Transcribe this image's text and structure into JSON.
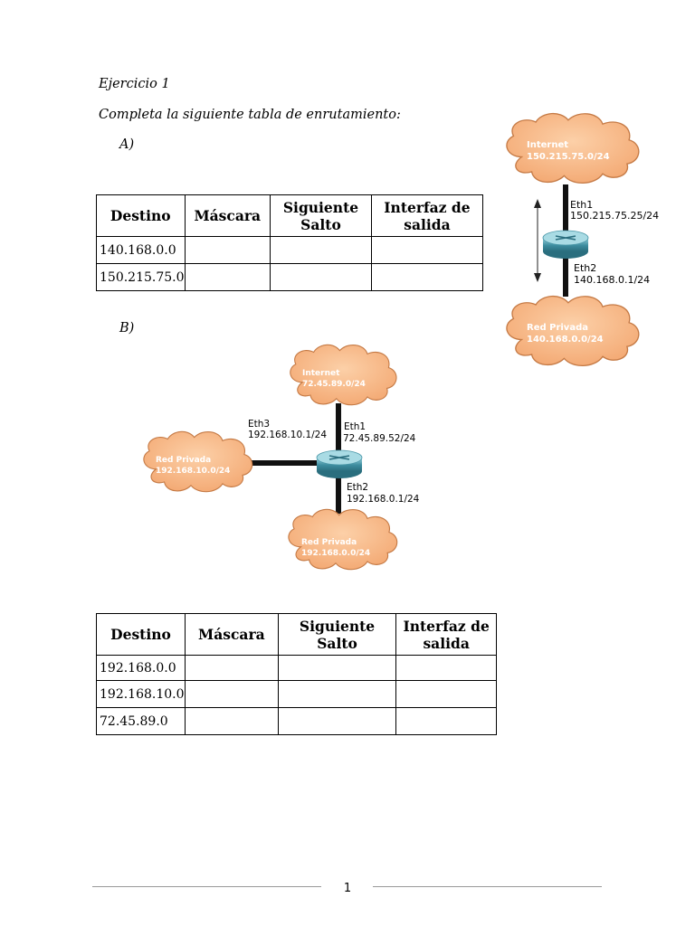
{
  "exercise_title": "Ejercicio 1",
  "instruction": "Completa la siguiente tabla de enrutamiento:",
  "part_a": {
    "label": "A)",
    "table": {
      "headers": [
        "Destino",
        "Máscara",
        "Siguiente Salto",
        "Interfaz de salida"
      ],
      "rows": [
        [
          "140.168.0.0",
          "",
          "",
          ""
        ],
        [
          "150.215.75.0",
          "",
          "",
          ""
        ]
      ]
    },
    "diagram": {
      "cloud_top": {
        "name": "Internet",
        "network": "150.215.75.0/24"
      },
      "eth_top": {
        "name": "Eth1",
        "ip": "150.215.75.25/24"
      },
      "eth_bottom": {
        "name": "Eth2",
        "ip": "140.168.0.1/24"
      },
      "cloud_bottom": {
        "name": "Red Privada",
        "network": "140.168.0.0/24"
      }
    }
  },
  "part_b": {
    "label": "B)",
    "diagram": {
      "cloud_top": {
        "name": "Internet",
        "network": "72.45.89.0/24"
      },
      "cloud_left": {
        "name": "Red Privada",
        "network": "192.168.10.0/24"
      },
      "cloud_bottom": {
        "name": "Red Privada",
        "network": "192.168.0.0/24"
      },
      "eth1": {
        "name": "Eth1",
        "ip": "72.45.89.52/24"
      },
      "eth2": {
        "name": "Eth2",
        "ip": "192.168.0.1/24"
      },
      "eth3": {
        "name": "Eth3",
        "ip": "192.168.10.1/24"
      }
    },
    "table": {
      "headers": [
        "Destino",
        "Máscara",
        "Siguiente Salto",
        "Interfaz de salida"
      ],
      "rows": [
        [
          "192.168.0.0",
          "",
          "",
          ""
        ],
        [
          "192.168.10.0",
          "",
          "",
          ""
        ],
        [
          "72.45.89.0",
          "",
          "",
          ""
        ]
      ]
    }
  },
  "page_number": "1",
  "colors": {
    "cloud_fill": "#f9b585",
    "cloud_text": "#ffffff",
    "router": "#3e8ea0"
  }
}
